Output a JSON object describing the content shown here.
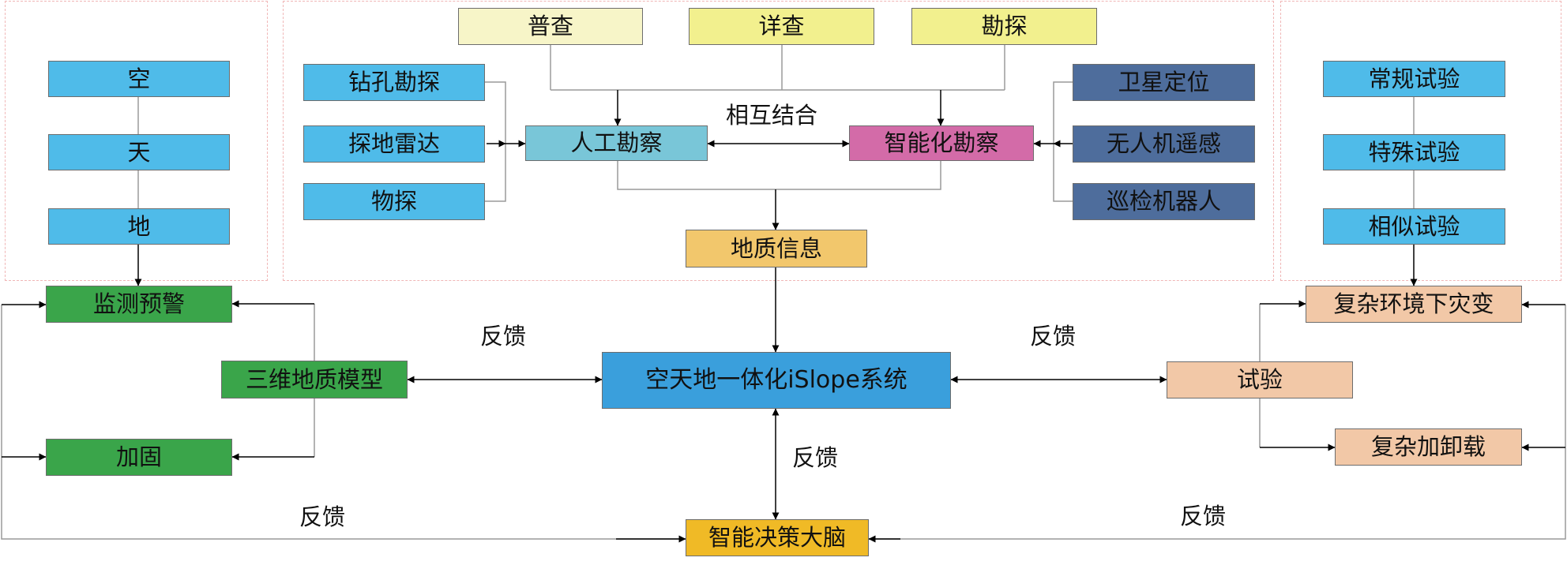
{
  "colors": {
    "survey_light": "#f7f5c8",
    "survey": "#f2f08e",
    "light_blue": "#4fbbe9",
    "manual": "#79c6d8",
    "intelligent": "#d36ba8",
    "dark_blue": "#4e6d9c",
    "geo": "#f2c76c",
    "green": "#3aa54a",
    "system": "#3a9fdc",
    "peach": "#f2c8a7",
    "brain": "#f0ba26"
  },
  "left_column": {
    "sky": "空",
    "space": "天",
    "ground": "地"
  },
  "right_column": {
    "conventional": "常规试验",
    "special": "特殊试验",
    "similar": "相似试验"
  },
  "survey_types": {
    "general": "普查",
    "detailed": "详查",
    "exploration": "勘探"
  },
  "manual_methods": {
    "drilling": "钻孔勘探",
    "gpr": "探地雷达",
    "geophysical": "物探"
  },
  "intelligent_methods": {
    "satellite": "卫星定位",
    "uav": "无人机遥感",
    "robot": "巡检机器人"
  },
  "nodes": {
    "manual": "人工勘察",
    "intelligent": "智能化勘察",
    "combine": "相互结合",
    "geo_info": "地质信息",
    "monitoring": "监测预警",
    "model3d": "三维地质模型",
    "reinforcement": "加固",
    "system": "空天地一体化iSlope系统",
    "test": "试验",
    "complex_env": "复杂环境下灾变",
    "complex_load": "复杂加卸载",
    "brain": "智能决策大脑"
  },
  "feedback": {
    "left": "反馈",
    "right": "反馈",
    "center": "反馈",
    "bottom_left": "反馈",
    "bottom_right": "反馈"
  }
}
